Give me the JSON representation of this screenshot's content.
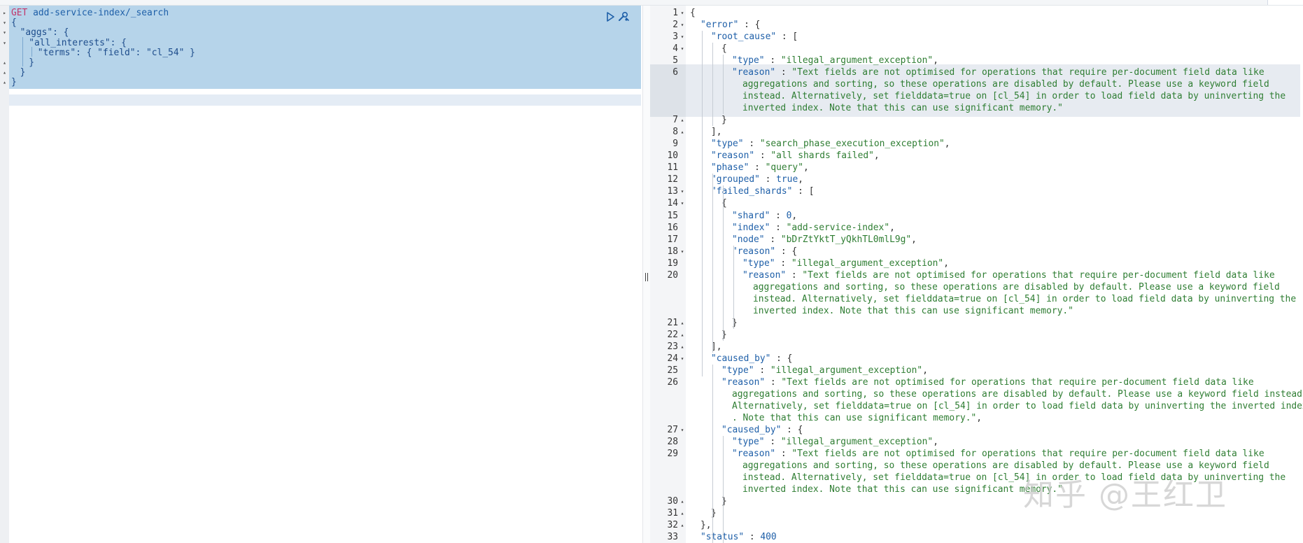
{
  "request": {
    "method": "GET",
    "url": "add-service-index/_search",
    "lines": [
      {
        "indent": 0,
        "text": "{"
      },
      {
        "indent": 1,
        "text": "\"aggs\": {"
      },
      {
        "indent": 2,
        "text": "\"all_interests\": {"
      },
      {
        "indent": 3,
        "text": "\"terms\": { \"field\": \"cl_54\" }"
      },
      {
        "indent": 2,
        "text": "}"
      },
      {
        "indent": 1,
        "text": "}"
      },
      {
        "indent": 0,
        "text": "}"
      }
    ],
    "folds": [
      "▸",
      "▾",
      "▾",
      "▾",
      "",
      "▴",
      "▴",
      "▴"
    ]
  },
  "actions": {
    "run_icon": "play-icon",
    "settings_icon": "wrench-icon"
  },
  "response": {
    "lines": [
      {
        "n": "1",
        "fold": "▾",
        "indent": 0,
        "parts": [
          [
            "pun",
            "{"
          ]
        ]
      },
      {
        "n": "2",
        "fold": "▾",
        "indent": 1,
        "parts": [
          [
            "key",
            "\"error\""
          ],
          [
            "pun",
            " : {"
          ]
        ]
      },
      {
        "n": "3",
        "fold": "▾",
        "indent": 2,
        "parts": [
          [
            "key",
            "\"root_cause\""
          ],
          [
            "pun",
            " : ["
          ]
        ]
      },
      {
        "n": "4",
        "fold": "▾",
        "indent": 3,
        "parts": [
          [
            "pun",
            "{"
          ]
        ]
      },
      {
        "n": "5",
        "fold": "",
        "indent": 4,
        "parts": [
          [
            "key",
            "\"type\""
          ],
          [
            "pun",
            " : "
          ],
          [
            "str",
            "\"illegal_argument_exception\""
          ],
          [
            "pun",
            ","
          ]
        ]
      },
      {
        "n": "6",
        "fold": "",
        "indent": 4,
        "parts": [
          [
            "key",
            "\"reason\""
          ],
          [
            "pun",
            " : "
          ],
          [
            "str",
            "\"Text fields are not optimised for operations that require per-document field data like"
          ]
        ]
      },
      {
        "n": "",
        "fold": "",
        "indent": 5,
        "parts": [
          [
            "str",
            "aggregations and sorting, so these operations are disabled by default. Please use a keyword field"
          ]
        ]
      },
      {
        "n": "",
        "fold": "",
        "indent": 5,
        "parts": [
          [
            "str",
            "instead. Alternatively, set fielddata=true on [cl_54] in order to load field data by uninverting the"
          ]
        ]
      },
      {
        "n": "",
        "fold": "",
        "indent": 5,
        "parts": [
          [
            "str",
            "inverted index. Note that this can use significant memory.\""
          ]
        ]
      },
      {
        "n": "7",
        "fold": "▴",
        "indent": 3,
        "parts": [
          [
            "pun",
            "}"
          ]
        ]
      },
      {
        "n": "8",
        "fold": "▴",
        "indent": 2,
        "parts": [
          [
            "pun",
            "],"
          ]
        ]
      },
      {
        "n": "9",
        "fold": "",
        "indent": 2,
        "parts": [
          [
            "key",
            "\"type\""
          ],
          [
            "pun",
            " : "
          ],
          [
            "str",
            "\"search_phase_execution_exception\""
          ],
          [
            "pun",
            ","
          ]
        ]
      },
      {
        "n": "10",
        "fold": "",
        "indent": 2,
        "parts": [
          [
            "key",
            "\"reason\""
          ],
          [
            "pun",
            " : "
          ],
          [
            "str",
            "\"all shards failed\""
          ],
          [
            "pun",
            ","
          ]
        ]
      },
      {
        "n": "11",
        "fold": "",
        "indent": 2,
        "parts": [
          [
            "key",
            "\"phase\""
          ],
          [
            "pun",
            " : "
          ],
          [
            "str",
            "\"query\""
          ],
          [
            "pun",
            ","
          ]
        ]
      },
      {
        "n": "12",
        "fold": "",
        "indent": 2,
        "parts": [
          [
            "key",
            "\"grouped\""
          ],
          [
            "pun",
            " : "
          ],
          [
            "bool",
            "true"
          ],
          [
            "pun",
            ","
          ]
        ]
      },
      {
        "n": "13",
        "fold": "▾",
        "indent": 2,
        "parts": [
          [
            "key",
            "\"failed_shards\""
          ],
          [
            "pun",
            " : ["
          ]
        ]
      },
      {
        "n": "14",
        "fold": "▾",
        "indent": 3,
        "parts": [
          [
            "pun",
            "{"
          ]
        ]
      },
      {
        "n": "15",
        "fold": "",
        "indent": 4,
        "parts": [
          [
            "key",
            "\"shard\""
          ],
          [
            "pun",
            " : "
          ],
          [
            "num",
            "0"
          ],
          [
            "pun",
            ","
          ]
        ]
      },
      {
        "n": "16",
        "fold": "",
        "indent": 4,
        "parts": [
          [
            "key",
            "\"index\""
          ],
          [
            "pun",
            " : "
          ],
          [
            "str",
            "\"add-service-index\""
          ],
          [
            "pun",
            ","
          ]
        ]
      },
      {
        "n": "17",
        "fold": "",
        "indent": 4,
        "parts": [
          [
            "key",
            "\"node\""
          ],
          [
            "pun",
            " : "
          ],
          [
            "str",
            "\"bDrZtYktT_yQkhTL0mlL9g\""
          ],
          [
            "pun",
            ","
          ]
        ]
      },
      {
        "n": "18",
        "fold": "▾",
        "indent": 4,
        "parts": [
          [
            "key",
            "\"reason\""
          ],
          [
            "pun",
            " : {"
          ]
        ]
      },
      {
        "n": "19",
        "fold": "",
        "indent": 5,
        "parts": [
          [
            "key",
            "\"type\""
          ],
          [
            "pun",
            " : "
          ],
          [
            "str",
            "\"illegal_argument_exception\""
          ],
          [
            "pun",
            ","
          ]
        ]
      },
      {
        "n": "20",
        "fold": "",
        "indent": 5,
        "parts": [
          [
            "key",
            "\"reason\""
          ],
          [
            "pun",
            " : "
          ],
          [
            "str",
            "\"Text fields are not optimised for operations that require per-document field data like"
          ]
        ]
      },
      {
        "n": "",
        "fold": "",
        "indent": 6,
        "parts": [
          [
            "str",
            "aggregations and sorting, so these operations are disabled by default. Please use a keyword field"
          ]
        ]
      },
      {
        "n": "",
        "fold": "",
        "indent": 6,
        "parts": [
          [
            "str",
            "instead. Alternatively, set fielddata=true on [cl_54] in order to load field data by uninverting the"
          ]
        ]
      },
      {
        "n": "",
        "fold": "",
        "indent": 6,
        "parts": [
          [
            "str",
            "inverted index. Note that this can use significant memory.\""
          ]
        ]
      },
      {
        "n": "21",
        "fold": "▴",
        "indent": 4,
        "parts": [
          [
            "pun",
            "}"
          ]
        ]
      },
      {
        "n": "22",
        "fold": "▴",
        "indent": 3,
        "parts": [
          [
            "pun",
            "}"
          ]
        ]
      },
      {
        "n": "23",
        "fold": "▴",
        "indent": 2,
        "parts": [
          [
            "pun",
            "],"
          ]
        ]
      },
      {
        "n": "24",
        "fold": "▾",
        "indent": 2,
        "parts": [
          [
            "key",
            "\"caused_by\""
          ],
          [
            "pun",
            " : {"
          ]
        ]
      },
      {
        "n": "25",
        "fold": "",
        "indent": 3,
        "parts": [
          [
            "key",
            "\"type\""
          ],
          [
            "pun",
            " : "
          ],
          [
            "str",
            "\"illegal_argument_exception\""
          ],
          [
            "pun",
            ","
          ]
        ]
      },
      {
        "n": "26",
        "fold": "",
        "indent": 3,
        "parts": [
          [
            "key",
            "\"reason\""
          ],
          [
            "pun",
            " : "
          ],
          [
            "str",
            "\"Text fields are not optimised for operations that require per-document field data like"
          ]
        ]
      },
      {
        "n": "",
        "fold": "",
        "indent": 4,
        "parts": [
          [
            "str",
            "aggregations and sorting, so these operations are disabled by default. Please use a keyword field instead."
          ]
        ]
      },
      {
        "n": "",
        "fold": "",
        "indent": 4,
        "parts": [
          [
            "str",
            "Alternatively, set fielddata=true on [cl_54] in order to load field data by uninverting the inverted index"
          ]
        ]
      },
      {
        "n": "",
        "fold": "",
        "indent": 4,
        "parts": [
          [
            "str",
            ". Note that this can use significant memory.\""
          ],
          [
            "pun",
            ","
          ]
        ]
      },
      {
        "n": "27",
        "fold": "▾",
        "indent": 3,
        "parts": [
          [
            "key",
            "\"caused_by\""
          ],
          [
            "pun",
            " : {"
          ]
        ]
      },
      {
        "n": "28",
        "fold": "",
        "indent": 4,
        "parts": [
          [
            "key",
            "\"type\""
          ],
          [
            "pun",
            " : "
          ],
          [
            "str",
            "\"illegal_argument_exception\""
          ],
          [
            "pun",
            ","
          ]
        ]
      },
      {
        "n": "29",
        "fold": "",
        "indent": 4,
        "parts": [
          [
            "key",
            "\"reason\""
          ],
          [
            "pun",
            " : "
          ],
          [
            "str",
            "\"Text fields are not optimised for operations that require per-document field data like"
          ]
        ]
      },
      {
        "n": "",
        "fold": "",
        "indent": 5,
        "parts": [
          [
            "str",
            "aggregations and sorting, so these operations are disabled by default. Please use a keyword field"
          ]
        ]
      },
      {
        "n": "",
        "fold": "",
        "indent": 5,
        "parts": [
          [
            "str",
            "instead. Alternatively, set fielddata=true on [cl_54] in order to load field data by uninverting the"
          ]
        ]
      },
      {
        "n": "",
        "fold": "",
        "indent": 5,
        "parts": [
          [
            "str",
            "inverted index. Note that this can use significant memory.\""
          ]
        ]
      },
      {
        "n": "30",
        "fold": "▴",
        "indent": 3,
        "parts": [
          [
            "pun",
            "}"
          ]
        ]
      },
      {
        "n": "31",
        "fold": "▴",
        "indent": 2,
        "parts": [
          [
            "pun",
            "}"
          ]
        ]
      },
      {
        "n": "32",
        "fold": "▴",
        "indent": 1,
        "parts": [
          [
            "pun",
            "},"
          ]
        ]
      },
      {
        "n": "33",
        "fold": "",
        "indent": 1,
        "parts": [
          [
            "key",
            "\"status\""
          ],
          [
            "pun",
            " : "
          ],
          [
            "num",
            "400"
          ]
        ]
      }
    ]
  },
  "watermark": "知乎 @王红卫",
  "colors": {
    "selection": "#b6d4ea",
    "method": "#c1366a",
    "key": "#1e5fa8",
    "string": "#2e7d32"
  }
}
